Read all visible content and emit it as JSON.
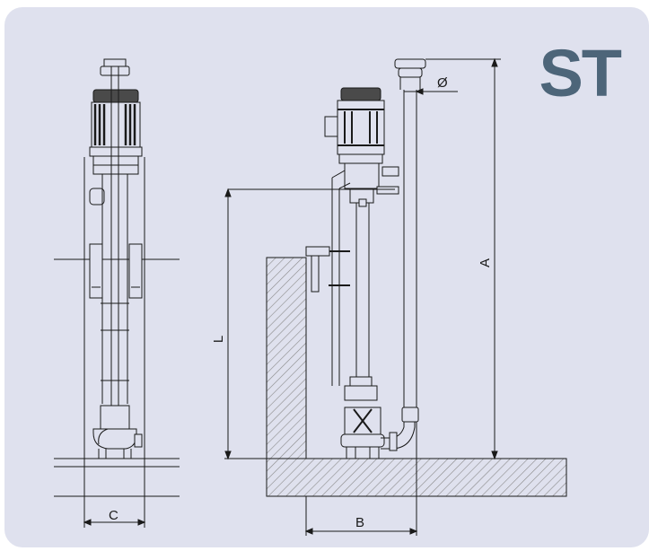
{
  "logo": {
    "text": "ST"
  },
  "dimensions": {
    "A": "A",
    "B": "B",
    "C": "C",
    "L": "L",
    "diameter": "Ø"
  },
  "colors": {
    "panel": "#dfe1ee",
    "logo": "#4d6579",
    "line": "#1a1a1a",
    "hatch": "#7a7a7a"
  }
}
